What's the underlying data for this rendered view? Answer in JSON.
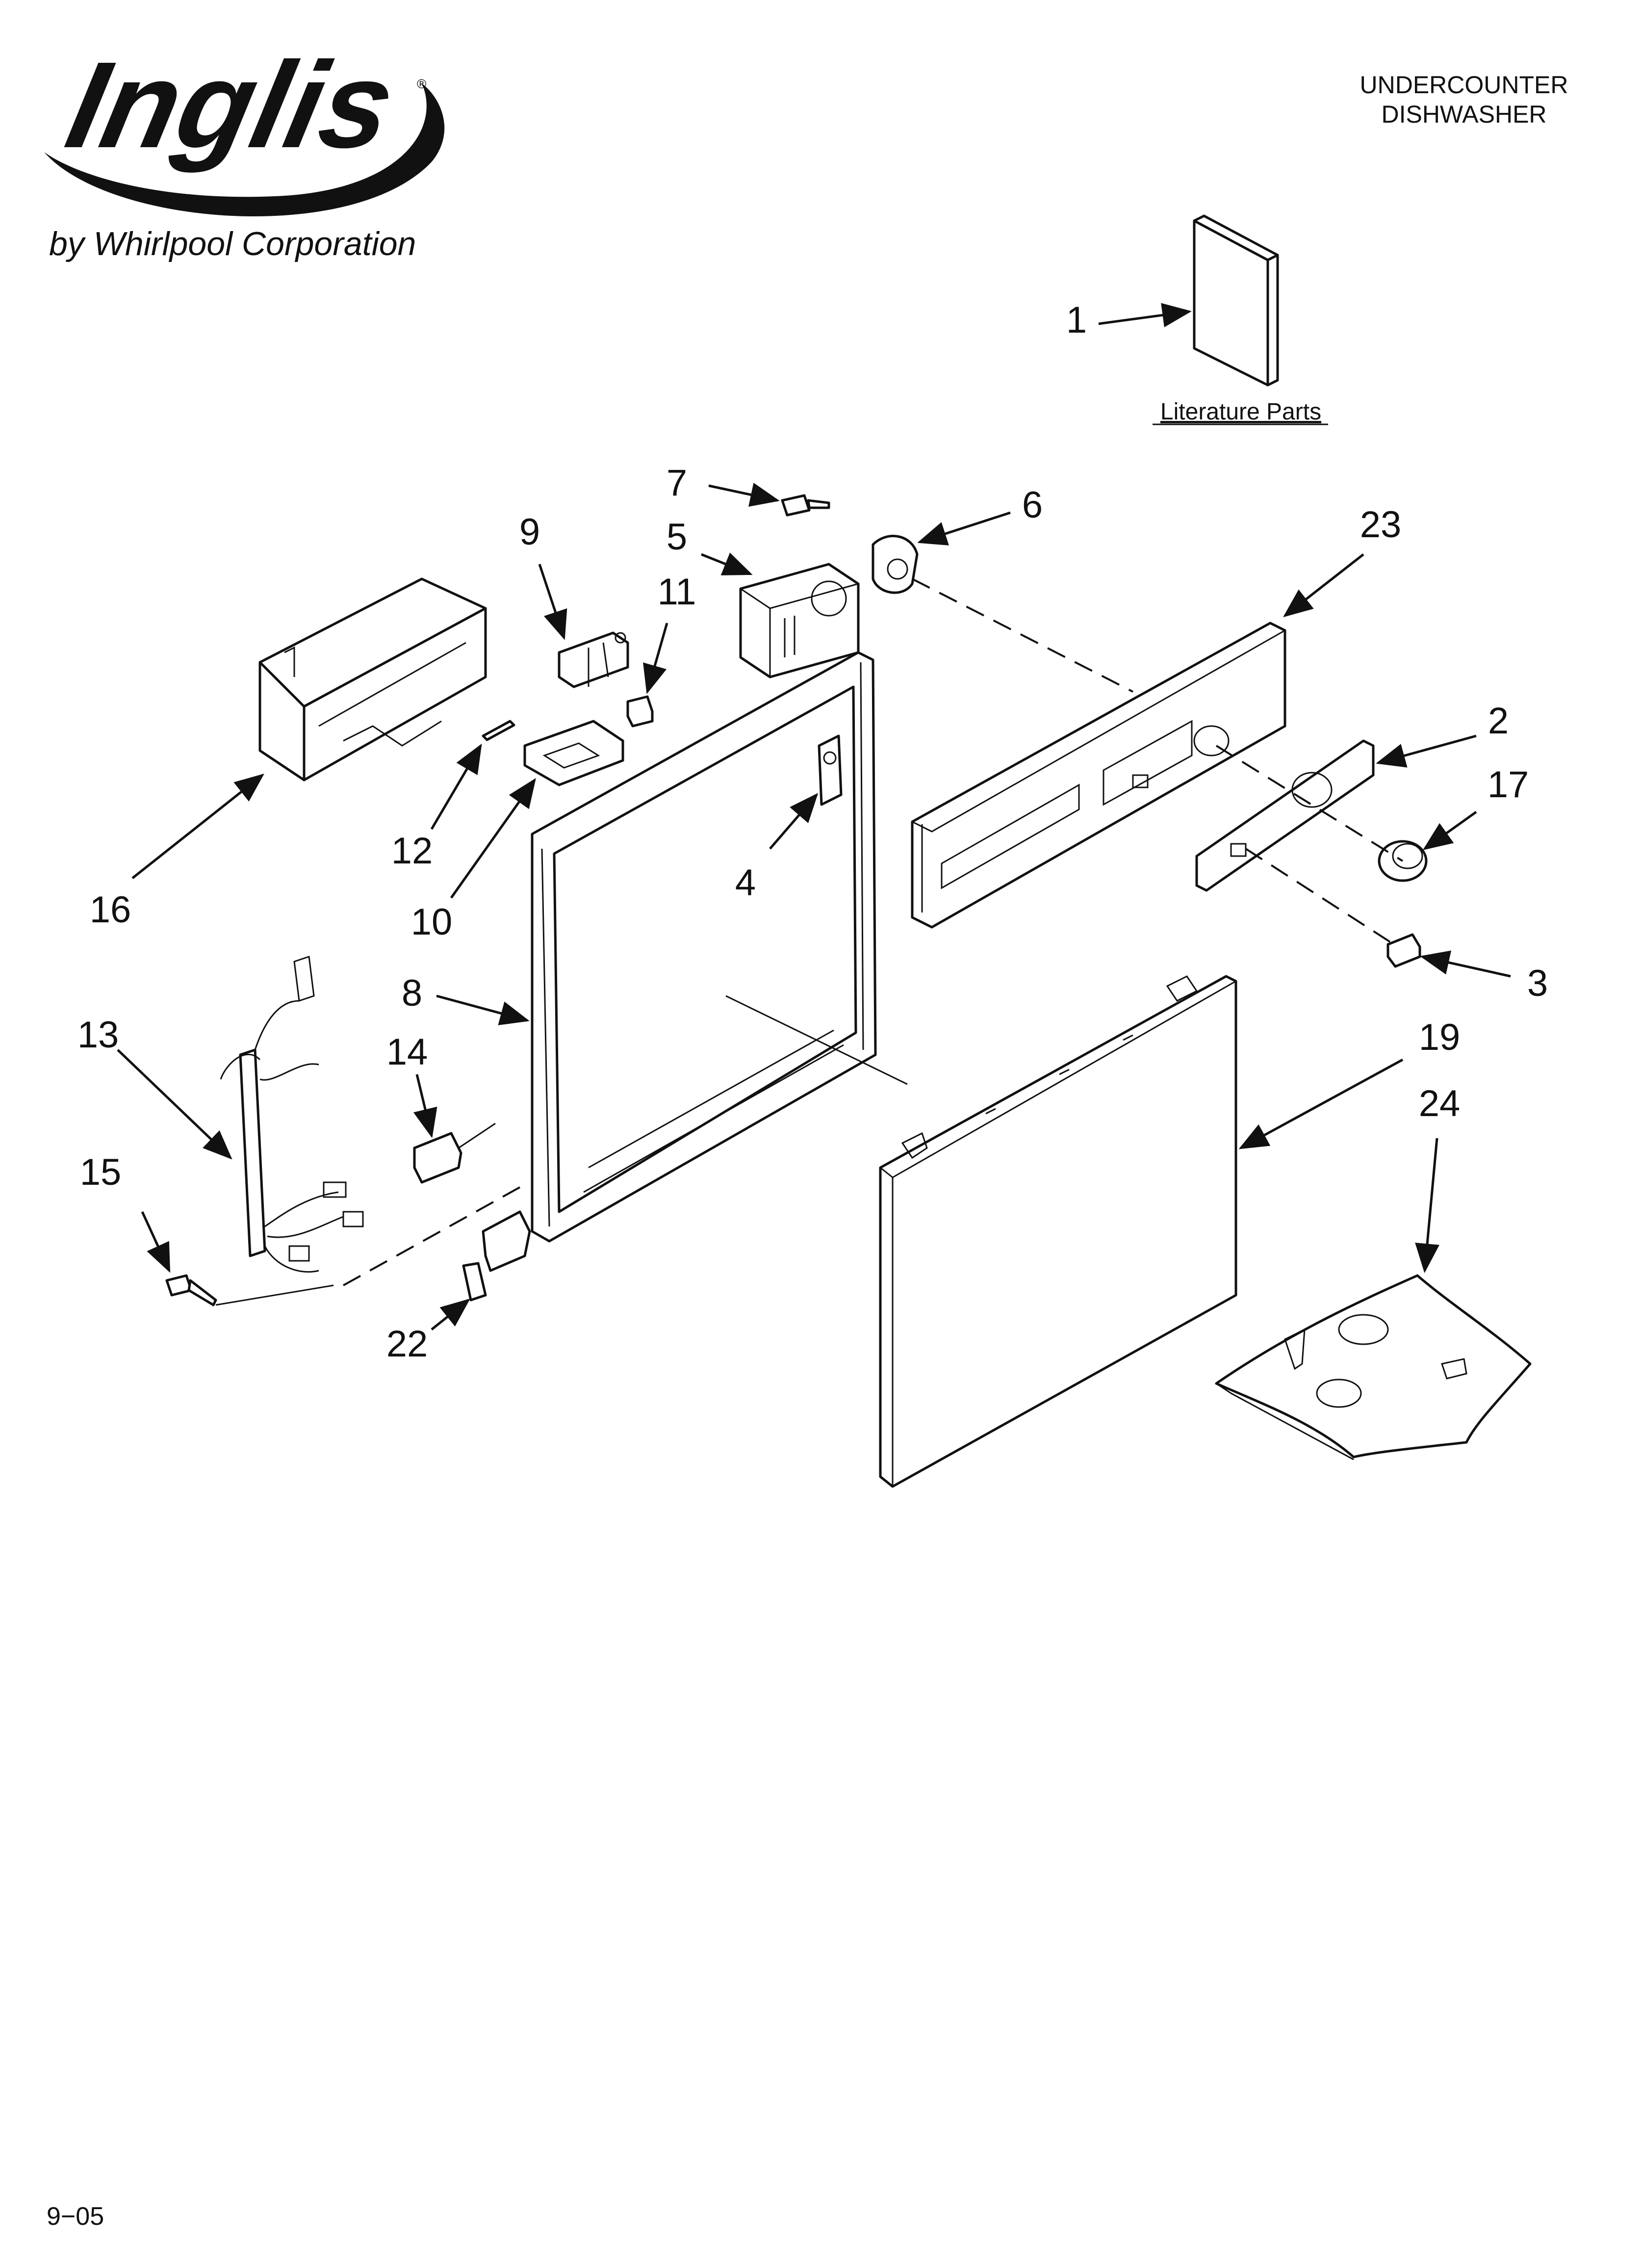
{
  "header": {
    "brand": "Inglis",
    "registered_mark": "®",
    "corporation": "by Whirlpool Corporation",
    "product_line1": "UNDERCOUNTER",
    "product_line2": "DISHWASHER"
  },
  "literature_label": "Literature Parts",
  "callouts": {
    "c1": "1",
    "c2": "2",
    "c3": "3",
    "c4": "4",
    "c5": "5",
    "c6": "6",
    "c7": "7",
    "c8": "8",
    "c9": "9",
    "c10": "10",
    "c11": "11",
    "c12": "12",
    "c13": "13",
    "c14": "14",
    "c15": "15",
    "c16": "16",
    "c17": "17",
    "c19": "19",
    "c22": "22",
    "c23": "23",
    "c24": "24"
  },
  "footer": {
    "date_code": "9−05"
  }
}
